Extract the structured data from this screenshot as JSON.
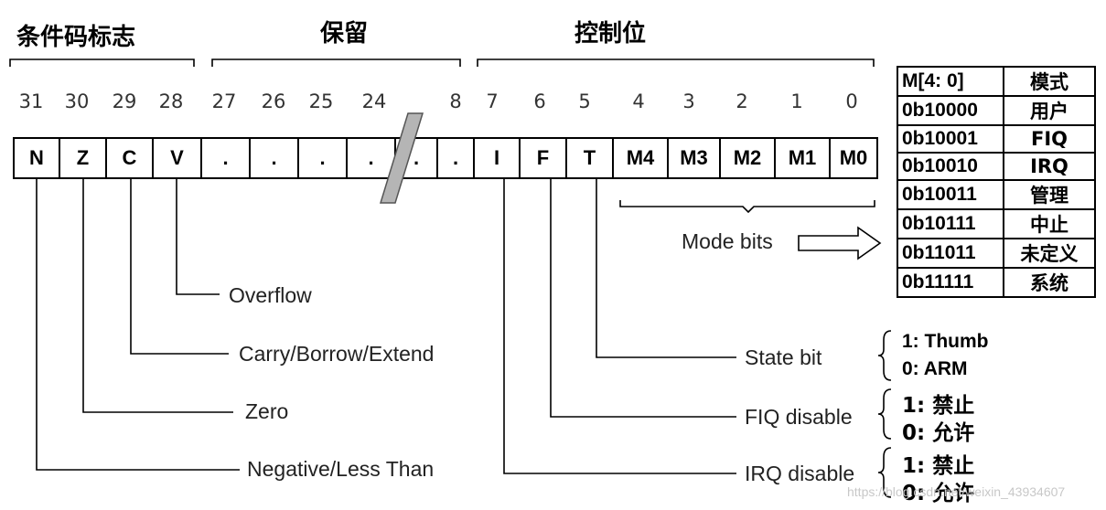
{
  "sections": {
    "flags": "条件码标志",
    "reserved": "保留",
    "control": "控制位"
  },
  "bit_numbers": [
    "31",
    "30",
    "29",
    "28",
    "27",
    "26",
    "25",
    "24",
    "8",
    "7",
    "6",
    "5",
    "4",
    "3",
    "2",
    "1",
    "0"
  ],
  "cells": [
    "N",
    "Z",
    "C",
    "V",
    ".",
    ".",
    ".",
    ".",
    ".",
    ".",
    "I",
    "F",
    "T",
    "M4",
    "M3",
    "M2",
    "M1",
    "M0"
  ],
  "labels": {
    "overflow": "Overflow",
    "carry": "Carry/Borrow/Extend",
    "zero": "Zero",
    "negative": "Negative/Less Than",
    "state": "State bit",
    "fiq": "FIQ disable",
    "irq": "IRQ disable",
    "mode_bits": "Mode bits"
  },
  "options": {
    "state": [
      "1:  Thumb",
      "0:  ARM"
    ],
    "fiq": [
      "1:  禁止",
      "0:  允许"
    ],
    "irq": [
      "1:  禁止",
      "0:  允许"
    ]
  },
  "mode_table": {
    "header": [
      "M[4:  0]",
      "模式"
    ],
    "rows": [
      [
        "0b10000",
        "用户"
      ],
      [
        "0b10001",
        "FIQ"
      ],
      [
        "0b10010",
        "IRQ"
      ],
      [
        "0b10011",
        "管理"
      ],
      [
        "0b10111",
        "中止"
      ],
      [
        "0b11011",
        "未定义"
      ],
      [
        "0b11111",
        "系统"
      ]
    ]
  },
  "watermark": "https://blog.csdn.net/weixin_43934607"
}
